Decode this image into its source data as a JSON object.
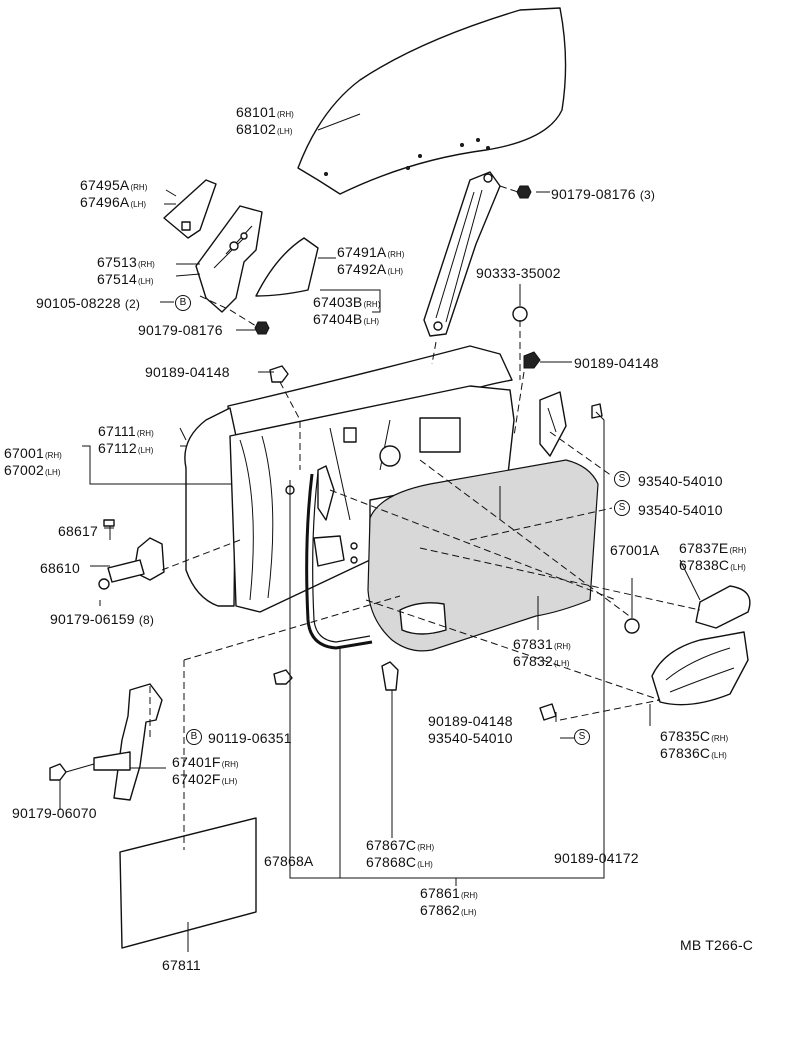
{
  "callouts": {
    "p68101": {
      "part": "68101",
      "suffix": "(RH)"
    },
    "p68102": {
      "part": "68102",
      "suffix": "(LH)"
    },
    "p90179_08176_3": {
      "part": "90179-08176",
      "suffix": "(3)"
    },
    "p67495A": {
      "part": "67495A",
      "suffix": "(RH)"
    },
    "p67496A": {
      "part": "67496A",
      "suffix": "(LH)"
    },
    "p67513": {
      "part": "67513",
      "suffix": "(RH)"
    },
    "p67514": {
      "part": "67514",
      "suffix": "(LH)"
    },
    "p67491A": {
      "part": "67491A",
      "suffix": "(RH)"
    },
    "p67492A": {
      "part": "67492A",
      "suffix": "(LH)"
    },
    "p90105_08228": {
      "part": "90105-08228",
      "suffix": "(2)"
    },
    "p90179_08176": {
      "part": "90179-08176",
      "suffix": ""
    },
    "p67403B": {
      "part": "67403B",
      "suffix": "(RH)"
    },
    "p67404B": {
      "part": "67404B",
      "suffix": "(LH)"
    },
    "p90333_35002": {
      "part": "90333-35002",
      "suffix": ""
    },
    "p90189_04148_a": {
      "part": "90189-04148",
      "suffix": ""
    },
    "p90189_04148_b": {
      "part": "90189-04148",
      "suffix": ""
    },
    "p67111": {
      "part": "67111",
      "suffix": "(RH)"
    },
    "p67112": {
      "part": "67112",
      "suffix": "(LH)"
    },
    "p67001": {
      "part": "67001",
      "suffix": "(RH)"
    },
    "p67002": {
      "part": "67002",
      "suffix": "(LH)"
    },
    "p93540_54010_a": {
      "part": "93540-54010",
      "suffix": ""
    },
    "p93540_54010_b": {
      "part": "93540-54010",
      "suffix": ""
    },
    "p68617": {
      "part": "68617",
      "suffix": ""
    },
    "p68610": {
      "part": "68610",
      "suffix": ""
    },
    "p90179_06159": {
      "part": "90179-06159",
      "suffix": "(8)"
    },
    "p67001A": {
      "part": "67001A",
      "suffix": ""
    },
    "p67837E": {
      "part": "67837E",
      "suffix": "(RH)"
    },
    "p67838C": {
      "part": "67838C",
      "suffix": "(LH)"
    },
    "p67831": {
      "part": "67831",
      "suffix": "(RH)"
    },
    "p67832": {
      "part": "67832",
      "suffix": "(LH)"
    },
    "p90189_04148_c": {
      "part": "90189-04148",
      "suffix": ""
    },
    "p93540_54010_c": {
      "part": "93540-54010",
      "suffix": ""
    },
    "p90119_06351": {
      "part": "90119-06351",
      "suffix": ""
    },
    "p67835C": {
      "part": "67835C",
      "suffix": "(RH)"
    },
    "p67836C": {
      "part": "67836C",
      "suffix": "(LH)"
    },
    "p67401F": {
      "part": "67401F",
      "suffix": "(RH)"
    },
    "p67402F": {
      "part": "67402F",
      "suffix": "(LH)"
    },
    "p90179_06070": {
      "part": "90179-06070",
      "suffix": ""
    },
    "p67867C": {
      "part": "67867C",
      "suffix": "(RH)"
    },
    "p67868C": {
      "part": "67868C",
      "suffix": "(LH)"
    },
    "p67868A": {
      "part": "67868A",
      "suffix": ""
    },
    "p90189_04172": {
      "part": "90189-04172",
      "suffix": ""
    },
    "p67861": {
      "part": "67861",
      "suffix": "(RH)"
    },
    "p67862": {
      "part": "67862",
      "suffix": "(LH)"
    },
    "p67811": {
      "part": "67811",
      "suffix": ""
    }
  },
  "badges": {
    "b": "B",
    "s": "S"
  },
  "drawing_code": "MB T266-C"
}
